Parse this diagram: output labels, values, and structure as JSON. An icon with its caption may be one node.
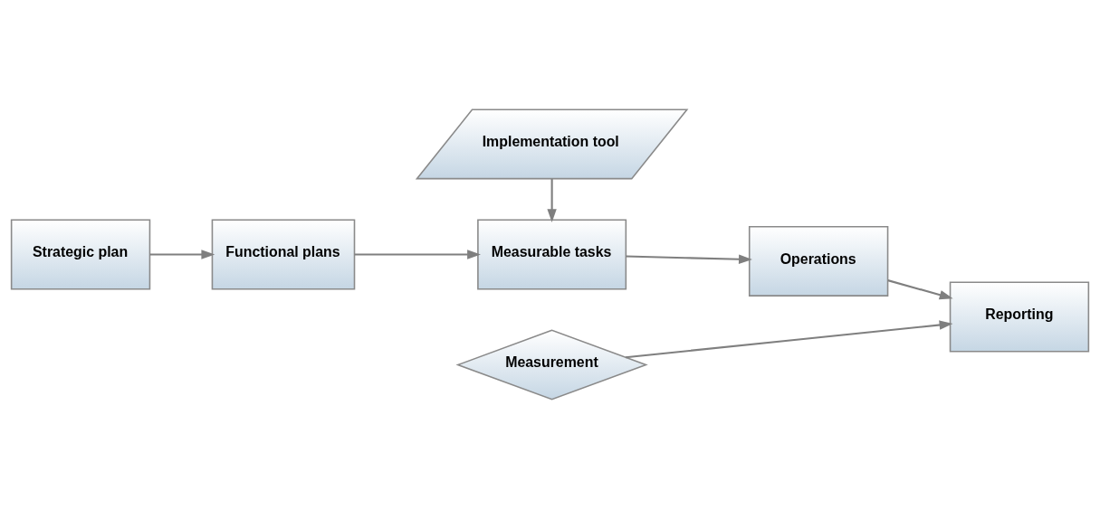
{
  "diagram": {
    "nodes": [
      {
        "text": [
          "Implementation tool"
        ]
      },
      {
        "text": [
          "Strategic plan"
        ]
      },
      {
        "text": [
          "Functional plans"
        ]
      },
      {
        "text": [
          "Measurable tasks"
        ]
      },
      {
        "text": [
          "Operations"
        ]
      },
      {
        "text": [
          "Measurement"
        ]
      },
      {
        "text": [
          "Reporting"
        ]
      }
    ],
    "edges": [
      {
        "from": 1,
        "to": 2,
        "arrow": "to"
      },
      {
        "from": 2,
        "to": 3,
        "arrow": "to"
      },
      {
        "from": 0,
        "to": 3,
        "arrow": "to"
      },
      {
        "from": 3,
        "to": 4,
        "arrow": "to"
      },
      {
        "from": 4,
        "to": 6,
        "arrow": "to"
      },
      {
        "from": 5,
        "to": 6,
        "arrow": "to"
      }
    ]
  }
}
